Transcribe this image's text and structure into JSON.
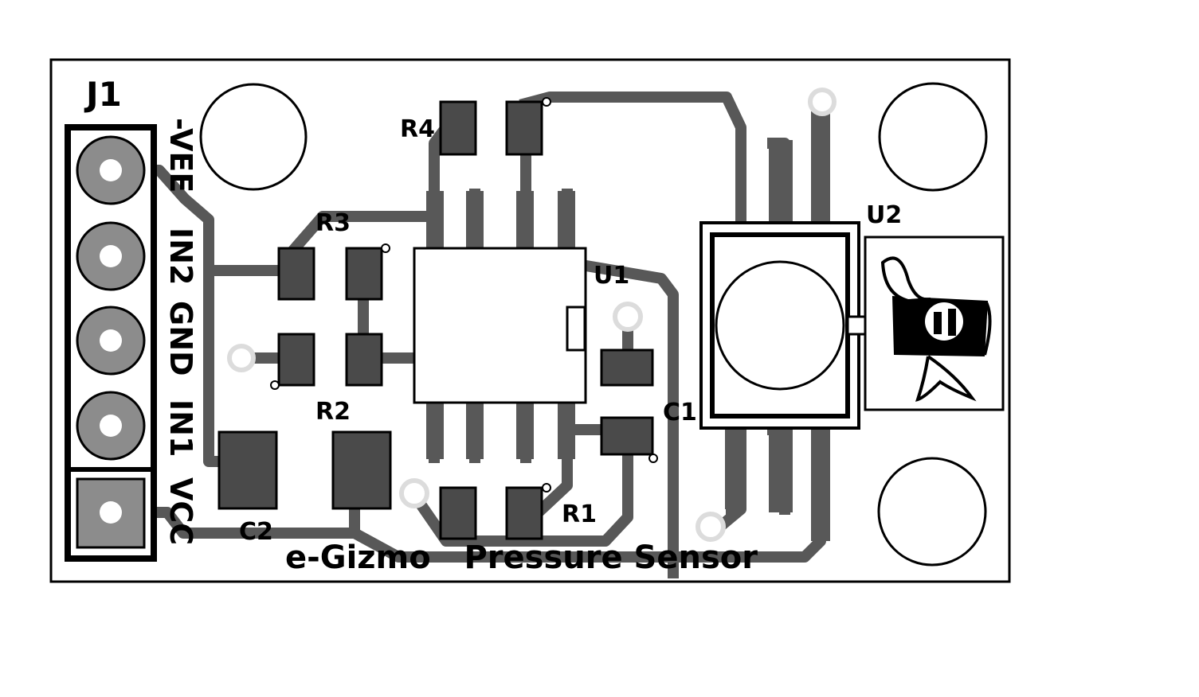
{
  "board": {
    "title": "e-Gizmo   Pressure Sensor",
    "colors": {
      "background": "#ffffff",
      "outline": "#000000",
      "trace": "#585858",
      "pad": "#4a4a4a",
      "via": "#dcdcdc",
      "pin": "#8c8c8c"
    }
  },
  "connector": {
    "designator": "J1",
    "pins": [
      "-VEE",
      "IN2",
      "GND",
      "IN1",
      "VCC"
    ]
  },
  "components": {
    "r1": "R1",
    "r2": "R2",
    "r3": "R3",
    "r4": "R4",
    "c1": "C1",
    "c2": "C2",
    "u1": "U1",
    "u2": "U2"
  },
  "logo": {
    "icon": "e-gizmo-logo-icon"
  }
}
